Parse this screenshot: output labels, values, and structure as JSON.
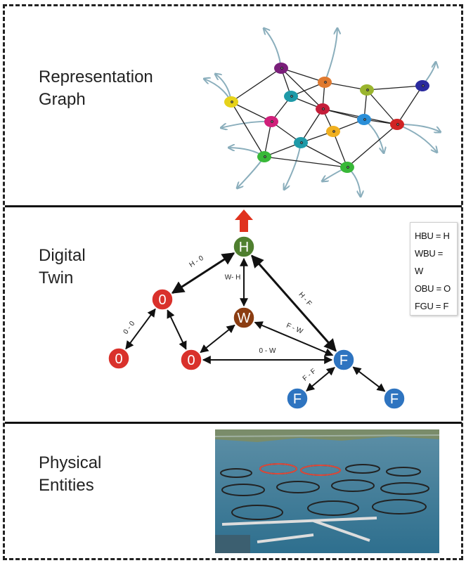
{
  "sections": {
    "representation": {
      "label": "Representation\nGraph"
    },
    "digital_twin": {
      "label": "Digital\nTwin"
    },
    "physical": {
      "label": "Physical\nEntities"
    }
  },
  "legend": {
    "items": [
      "HBU = H",
      "WBU = W",
      "OBU = O",
      "FGU = F"
    ]
  },
  "twin_graph": {
    "nodes": [
      {
        "id": "H",
        "letter": "H",
        "color": "#4f7f2f"
      },
      {
        "id": "O1",
        "letter": "0",
        "color": "#d9312b"
      },
      {
        "id": "W",
        "letter": "W",
        "color": "#8b3d12"
      },
      {
        "id": "O2",
        "letter": "0",
        "color": "#d9312b"
      },
      {
        "id": "O3",
        "letter": "0",
        "color": "#d9312b"
      },
      {
        "id": "F1",
        "letter": "F",
        "color": "#2e74c0"
      },
      {
        "id": "F2",
        "letter": "F",
        "color": "#2e74c0"
      },
      {
        "id": "F3",
        "letter": "F",
        "color": "#2e74c0"
      }
    ],
    "edges": [
      {
        "from": "H",
        "to": "O1",
        "label": "H - 0"
      },
      {
        "from": "H",
        "to": "W",
        "label": "W- H"
      },
      {
        "from": "H",
        "to": "F1",
        "label": "H - F"
      },
      {
        "from": "O1",
        "to": "O2",
        "label": "0 - 0"
      },
      {
        "from": "O1",
        "to": "O3",
        "label": ""
      },
      {
        "from": "W",
        "to": "O3",
        "label": ""
      },
      {
        "from": "W",
        "to": "F1",
        "label": "F - W"
      },
      {
        "from": "O3",
        "to": "F1",
        "label": "0 - W"
      },
      {
        "from": "F1",
        "to": "F2",
        "label": "F - F"
      },
      {
        "from": "F1",
        "to": "F3",
        "label": ""
      }
    ],
    "upward_arrow_color": "#e0321e"
  },
  "rep_graph": {
    "node_colors": [
      "#7a1f7a",
      "#e07a30",
      "#9ab52e",
      "#2a2a9e",
      "#e6d21a",
      "#1f9aa8",
      "#c41e3a",
      "#d0207a",
      "#2a8fd8",
      "#f0b020",
      "#d02424",
      "#38b838"
    ],
    "edge_color": "#222222",
    "arrow_color": "#8aaebc"
  }
}
